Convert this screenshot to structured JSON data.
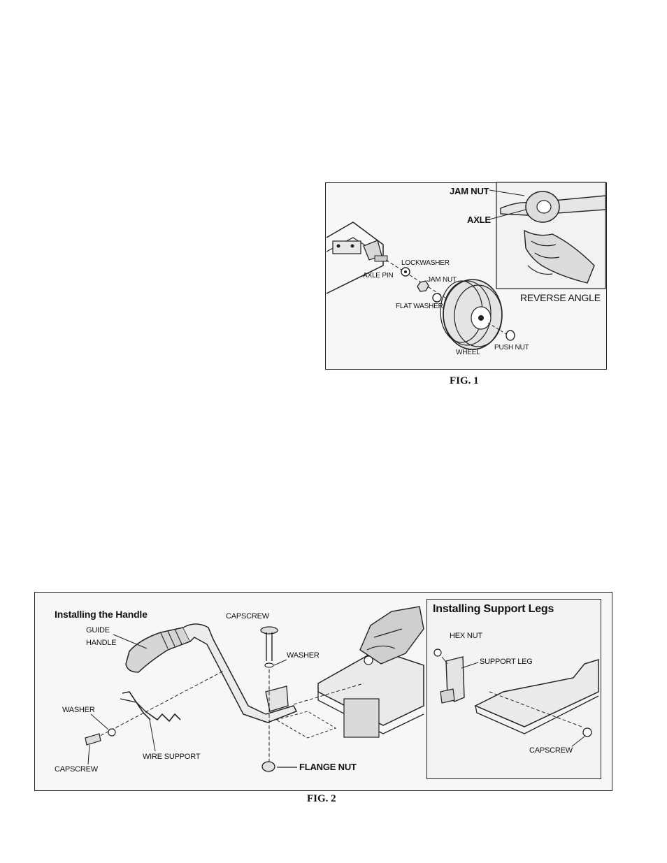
{
  "figure1": {
    "caption": "FIG. 1",
    "labels": {
      "jam_nut_top": "JAM NUT",
      "axle": "AXLE",
      "reverse_angle": "REVERSE ANGLE",
      "lockwasher": "LOCKWASHER",
      "axle_pin": "AXLE PIN",
      "jam_nut": "JAM NUT",
      "flat_washer": "FLAT WASHER",
      "push_nut": "PUSH NUT",
      "wheel": "WHEEL"
    }
  },
  "figure2": {
    "caption": "FIG. 2",
    "left_title": "Installing the Handle",
    "right_title": "Installing Support Legs",
    "labels": {
      "capscrew_top": "CAPSCREW",
      "guide": "GUIDE",
      "handle": "HANDLE",
      "washer_right": "WASHER",
      "washer_left": "WASHER",
      "capscrew_left": "CAPSCREW",
      "wire_support": "WIRE SUPPORT",
      "flange_nut": "FLANGE NUT",
      "hex_nut": "HEX NUT",
      "support_leg": "SUPPORT LEG",
      "capscrew_right": "CAPSCREW"
    }
  }
}
